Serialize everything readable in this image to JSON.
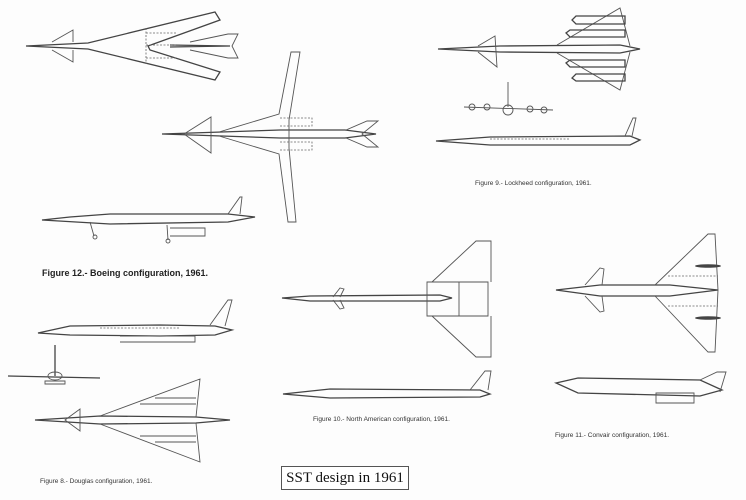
{
  "title": "SST design in 1961",
  "figures": [
    {
      "id": "boeing",
      "caption": "Figure 12.- Boeing configuration, 1961.",
      "views": [
        "top-view-swept-wing",
        "top-view-spread-wing",
        "side-view"
      ]
    },
    {
      "id": "lockheed",
      "caption": "Figure 9.- Lockheed configuration, 1961.",
      "views": [
        "top-view",
        "front-view",
        "side-view"
      ]
    },
    {
      "id": "north_american",
      "caption": "Figure 10.- North American configuration, 1961.",
      "views": [
        "top-view",
        "side-view"
      ]
    },
    {
      "id": "convair",
      "caption": "Figure 11.- Convair configuration, 1961.",
      "views": [
        "top-view",
        "side-view"
      ]
    },
    {
      "id": "douglas",
      "caption": "Figure 8.- Douglas configuration, 1961.",
      "views": [
        "side-view",
        "front-view",
        "top-view"
      ]
    }
  ],
  "colors": {
    "line": "#555555",
    "background": "#fdfdfd",
    "title_border": "#555555"
  }
}
